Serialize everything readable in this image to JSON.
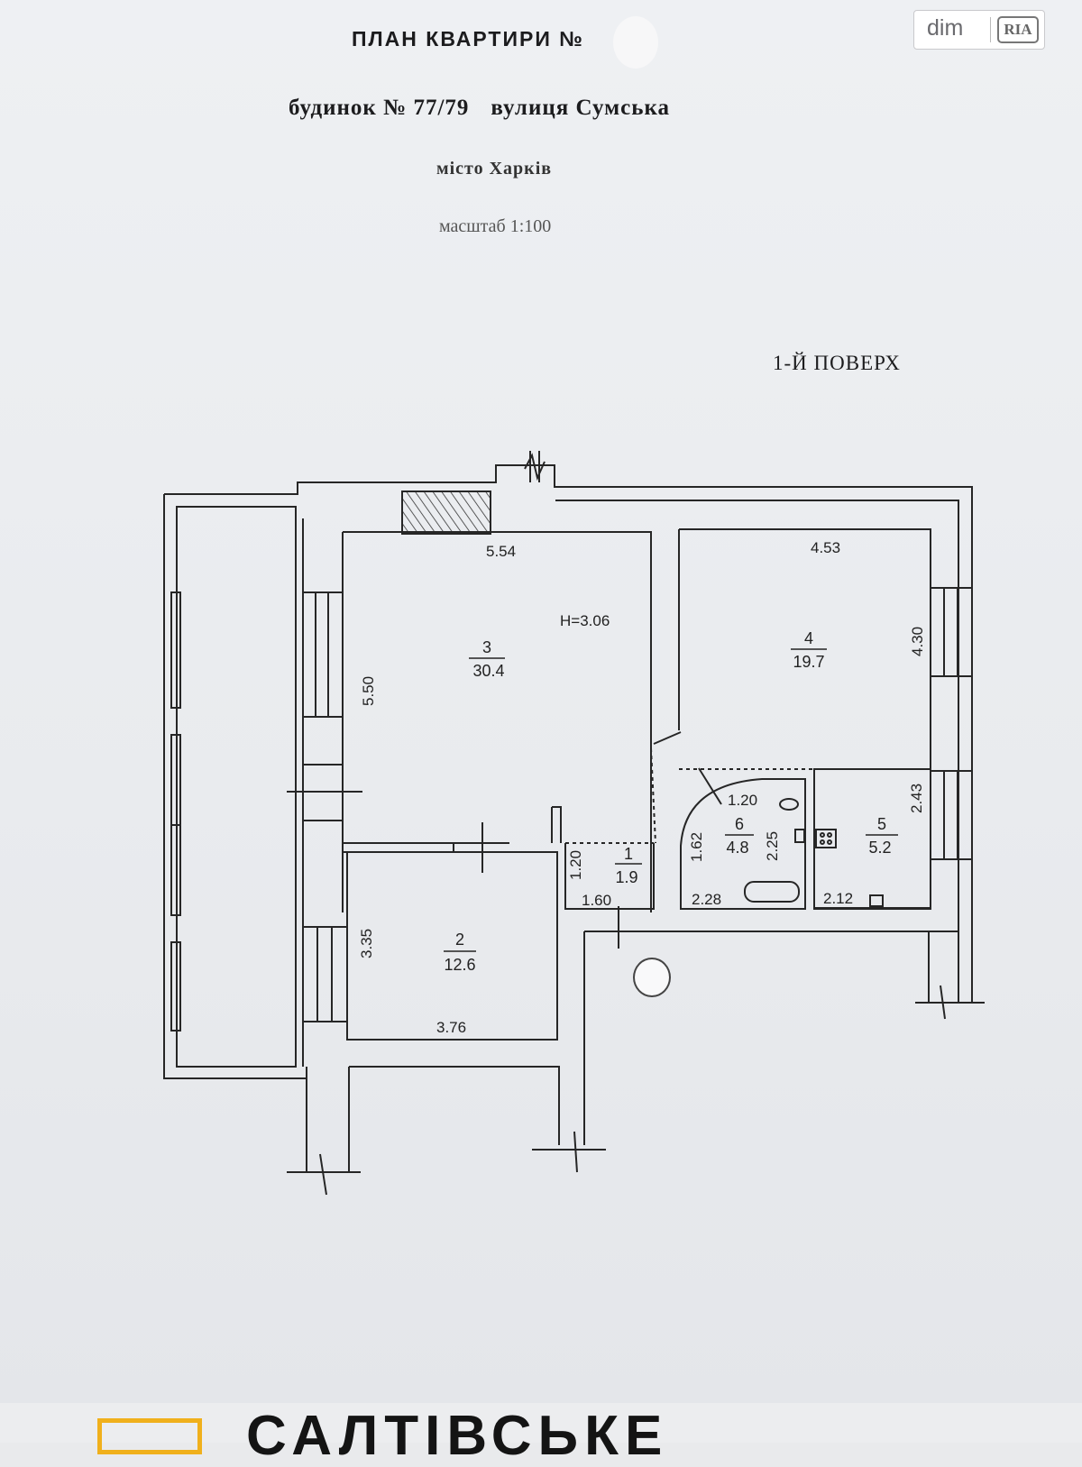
{
  "header": {
    "title": "ПЛАН КВАРТИРИ №",
    "house_label": "будинок № 77/79",
    "street_label": "вулиця Сумська",
    "city_label": "місто Харків",
    "scale_label": "масштаб 1:100",
    "floor_label": "1-Й ПОВЕРХ"
  },
  "watermark": {
    "brand_dim": "dim",
    "brand_ria": "RIA"
  },
  "plan": {
    "ceiling_height": "H=3.06",
    "rooms": [
      {
        "number": "1",
        "area": "1.9"
      },
      {
        "number": "2",
        "area": "12.6"
      },
      {
        "number": "3",
        "area": "30.4"
      },
      {
        "number": "4",
        "area": "19.7"
      },
      {
        "number": "5",
        "area": "5.2"
      },
      {
        "number": "6",
        "area": "4.8"
      }
    ],
    "dimensions": {
      "room3_width": "5.54",
      "room3_depth": "5.50",
      "room4_width": "4.53",
      "room4_depth": "4.30",
      "room5_depth": "2.43",
      "room5_width": "2.12",
      "room6_top": "1.20",
      "room6_side": "1.62",
      "room6_depth": "2.25",
      "room6_width": "2.28",
      "room1_depth": "1.20",
      "room1_width": "1.60",
      "room2_depth": "3.35",
      "room2_width": "3.76"
    }
  },
  "banner": {
    "text": "САЛТІВСЬКЕ",
    "accent_color": "#f0b01c"
  }
}
